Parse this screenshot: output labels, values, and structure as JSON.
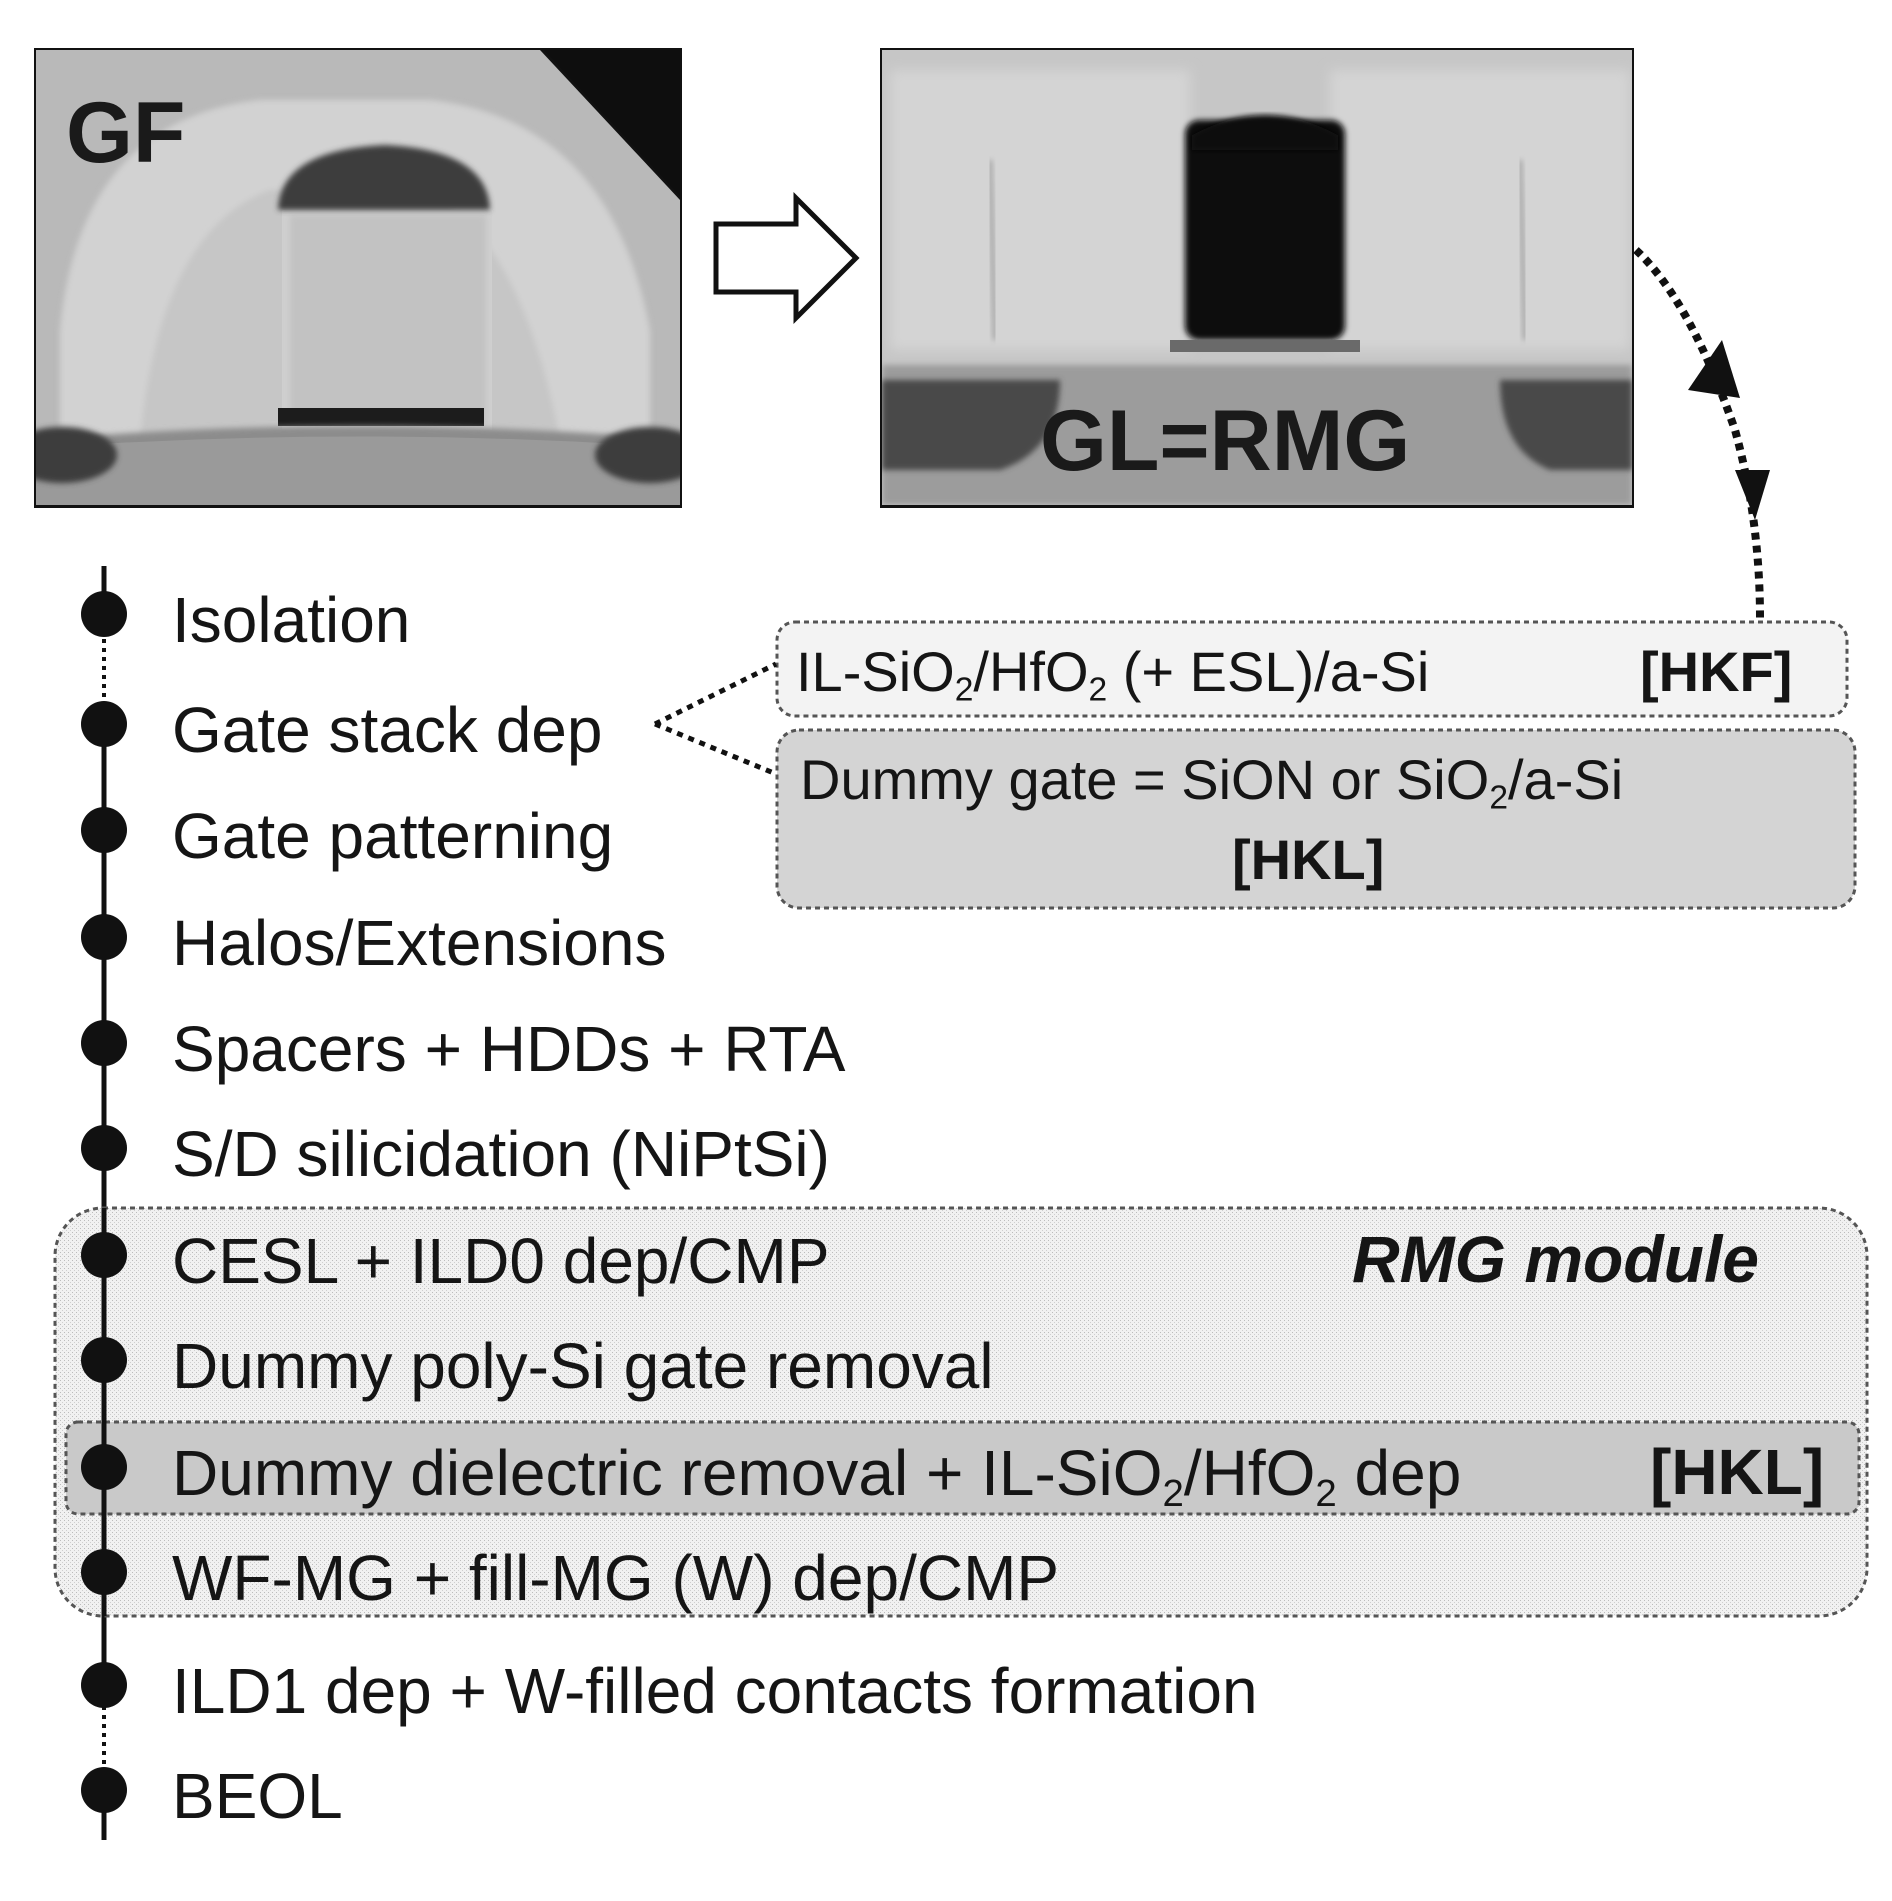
{
  "tem": {
    "left_label": "GF",
    "right_label": "GL=RMG"
  },
  "steps": [
    "Isolation",
    "Gate stack dep",
    "Gate patterning",
    "Halos/Extensions",
    "Spacers + HDDs + RTA",
    "S/D silicidation (NiPtSi)",
    "CESL + ILD0 dep/CMP",
    "Dummy poly-Si gate removal",
    "Dummy dielectric removal + IL-SiO",
    "WF-MG + fill-MG (W) dep/CMP",
    "ILD1 dep + W-filled contacts formation",
    "BEOL"
  ],
  "hkf_box": {
    "t1": "IL-SiO",
    "s1": "2",
    "t2": "/HfO",
    "s2": "2",
    "t3": " (+ ESL)/a-Si",
    "tag": "[HKF]"
  },
  "hkl_box": {
    "t1": "Dummy gate = SiON or SiO",
    "s1": "2",
    "t2": "/a-Si",
    "tag": "[HKL]"
  },
  "rmg": {
    "title": "RMG module",
    "row_s1": "2",
    "row_t2": "/HfO",
    "row_s2": "2",
    "row_t3": " dep",
    "row_tag": "[HKL]"
  }
}
